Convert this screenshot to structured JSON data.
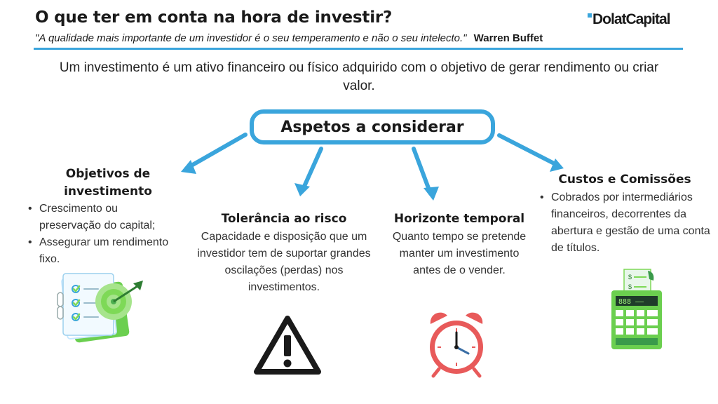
{
  "header": {
    "title": "O que ter em conta na hora de investir?",
    "quote": "\"A qualidade mais importante de um investidor é o seu temperamento e não o seu intelecto.\"",
    "quote_author": "Warren Buffet",
    "logo": "DolatCapital"
  },
  "intro": "Um investimento é um ativo financeiro ou físico adquirido com o objetivo de gerar rendimento ou criar valor.",
  "center": {
    "label": "Aspetos a considerar"
  },
  "aspects": {
    "objetivos": {
      "heading_line1": "Objetivos de",
      "heading_line2": "investimento",
      "items": [
        "Crescimento ou preservação do capital;",
        "Assegurar um rendimento fixo."
      ]
    },
    "tolerancia": {
      "heading": "Tolerância ao risco",
      "body": "Capacidade e disposição que um investidor tem de suportar grandes oscilações (perdas) nos investimentos."
    },
    "horizonte": {
      "heading": "Horizonte temporal",
      "body": "Quanto tempo se pretende manter um investimento antes de o vender."
    },
    "custos": {
      "heading": "Custos e Comissões",
      "items": [
        "Cobrados por intermediários financeiros, decorrentes da abertura e gestão de uma conta de títulos."
      ]
    }
  },
  "icons": {
    "objetivos": "checklist-target-icon",
    "tolerancia": "warning-triangle-icon",
    "horizonte": "alarm-clock-icon",
    "custos": "cash-register-icon"
  },
  "colors": {
    "accent": "#3aa5dc",
    "green": "#7ed957",
    "clock_red": "#e85a5a"
  },
  "calc_display": "888 ——"
}
